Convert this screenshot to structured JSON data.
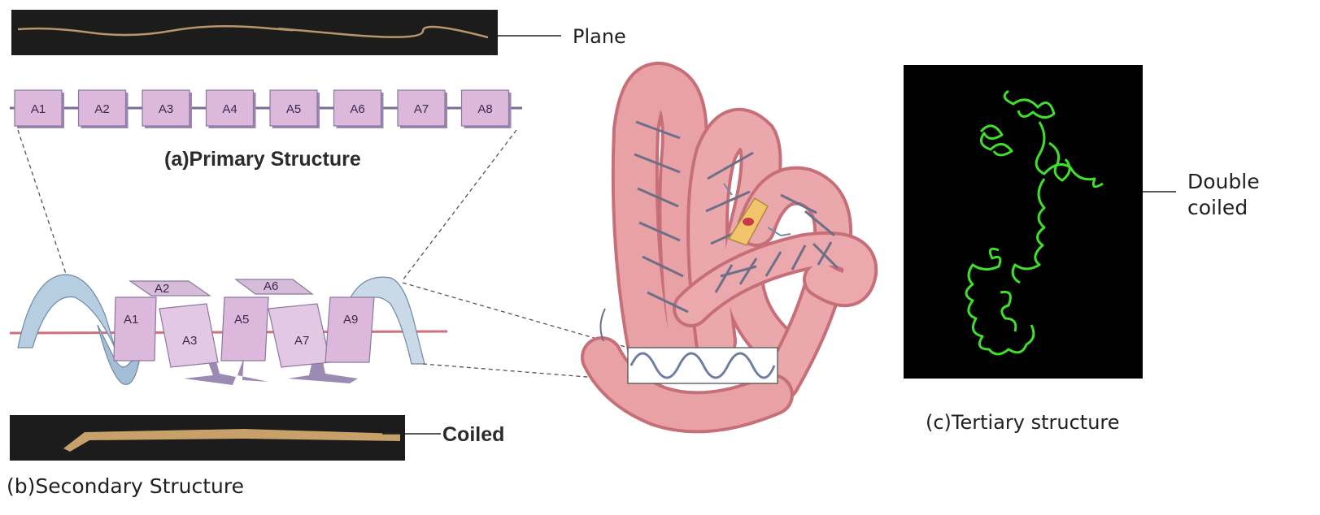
{
  "labels": {
    "plane": "Plane",
    "primary": "(a)Primary Structure",
    "coiled": "Coiled",
    "secondary": "(b)Secondary Structure",
    "double_line1": "Double",
    "double_line2": "coiled",
    "tertiary": "(c)Tertiary structure"
  },
  "primary_units": [
    "A1",
    "A2",
    "A3",
    "A4",
    "A5",
    "A6",
    "A7",
    "A8"
  ],
  "helix_units": {
    "top": [
      "A2",
      "A6"
    ],
    "front": [
      "A1",
      "A3",
      "A5",
      "A7",
      "A9"
    ]
  },
  "colors": {
    "amino_block": "#dcb8dc",
    "amino_top": "#c9a3cc",
    "strand_line": "#7a6a95",
    "ribbon": "#a9c2d8",
    "protein_body": "#e3969a",
    "tertiary_bg": "#000000",
    "tertiary_trace": "#3ee02a",
    "fiber": "#c8a06a"
  }
}
